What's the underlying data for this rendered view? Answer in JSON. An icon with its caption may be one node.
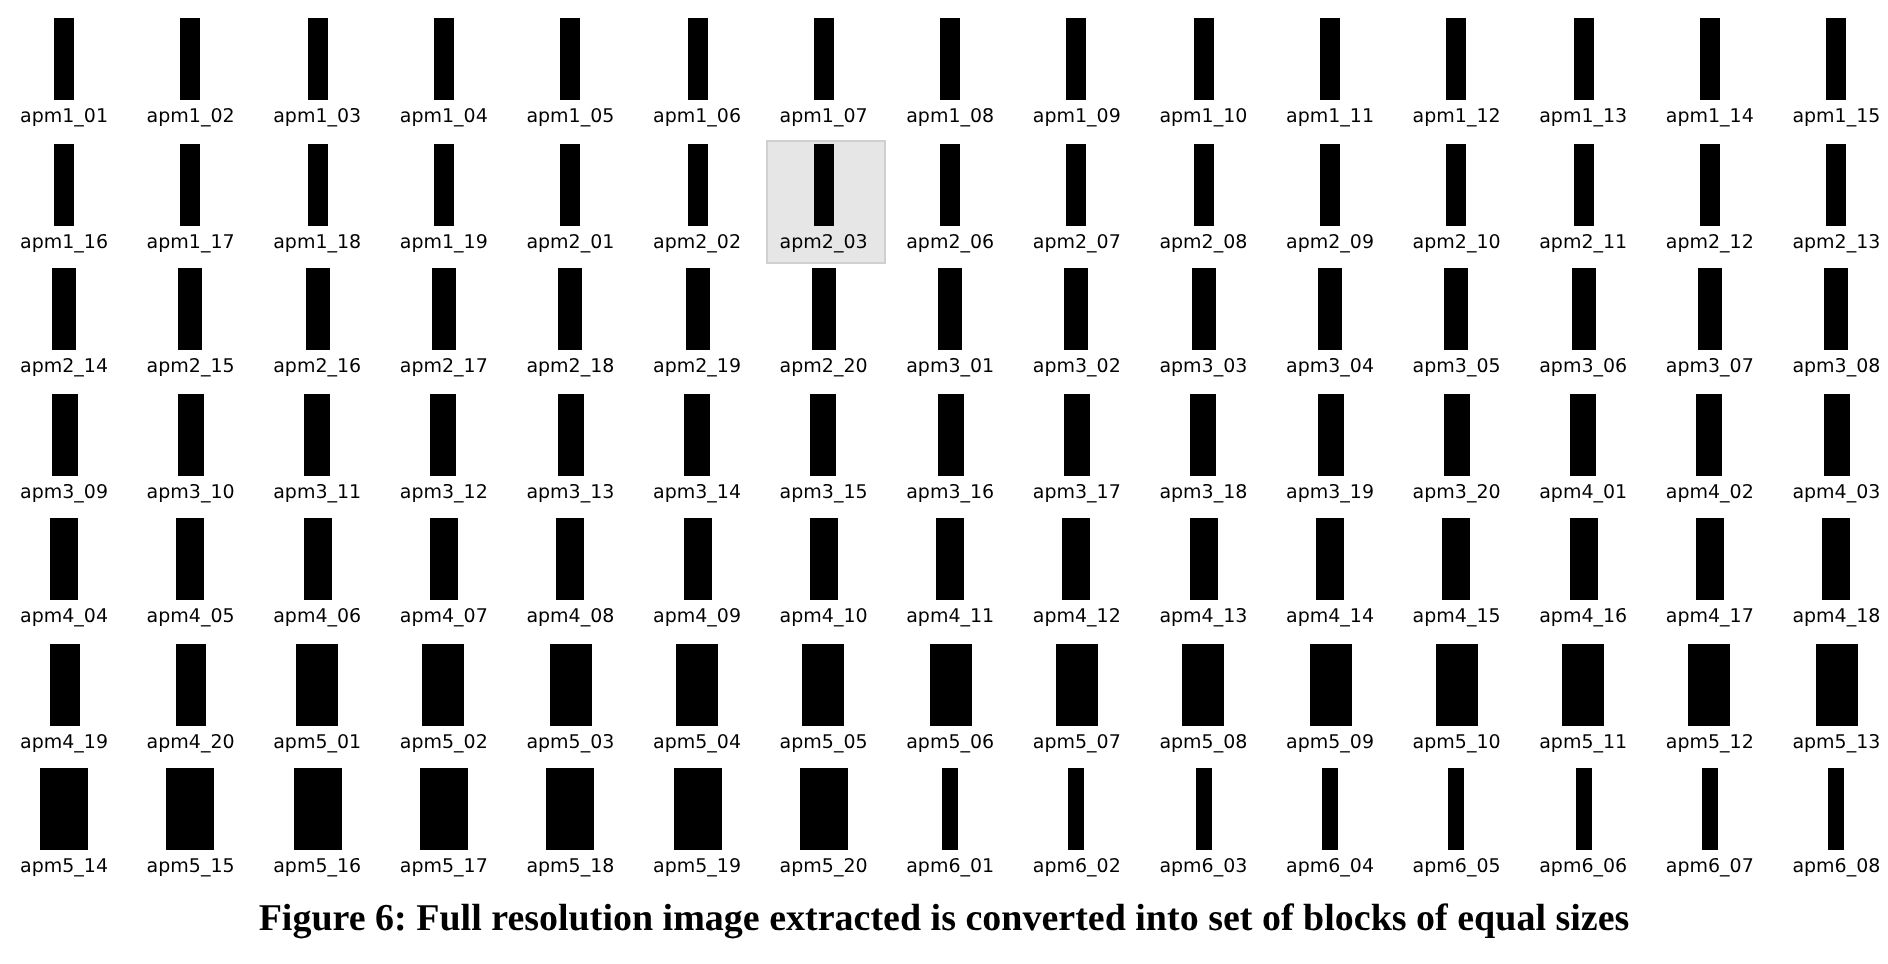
{
  "diagram": {
    "caption": "Figure 6: Full resolution image extracted is converted into set of blocks of equal sizes",
    "labels": [
      "apm1_01",
      "apm1_02",
      "apm1_03",
      "apm1_04",
      "apm1_05",
      "apm1_06",
      "apm1_07",
      "apm1_08",
      "apm1_09",
      "apm1_10",
      "apm1_11",
      "apm1_12",
      "apm1_13",
      "apm1_14",
      "apm1_15",
      "apm1_16",
      "apm1_17",
      "apm1_18",
      "apm1_19",
      "apm2_01",
      "apm2_02",
      "apm2_03",
      "apm2_06",
      "apm2_07",
      "apm2_08",
      "apm2_09",
      "apm2_10",
      "apm2_11",
      "apm2_12",
      "apm2_13",
      "apm2_14",
      "apm2_15",
      "apm2_16",
      "apm2_17",
      "apm2_18",
      "apm2_19",
      "apm2_20",
      "apm3_01",
      "apm3_02",
      "apm3_03",
      "apm3_04",
      "apm3_05",
      "apm3_06",
      "apm3_07",
      "apm3_08",
      "apm3_09",
      "apm3_10",
      "apm3_11",
      "apm3_12",
      "apm3_13",
      "apm3_14",
      "apm3_15",
      "apm3_16",
      "apm3_17",
      "apm3_18",
      "apm3_19",
      "apm3_20",
      "apm4_01",
      "apm4_02",
      "apm4_03",
      "apm4_04",
      "apm4_05",
      "apm4_06",
      "apm4_07",
      "apm4_08",
      "apm4_09",
      "apm4_10",
      "apm4_11",
      "apm4_12",
      "apm4_13",
      "apm4_14",
      "apm4_15",
      "apm4_16",
      "apm4_17",
      "apm4_18",
      "apm4_19",
      "apm4_20",
      "apm5_01",
      "apm5_02",
      "apm5_03",
      "apm5_04",
      "apm5_05",
      "apm5_06",
      "apm5_07",
      "apm5_08",
      "apm5_09",
      "apm5_10",
      "apm5_11",
      "apm5_12",
      "apm5_13",
      "apm5_14",
      "apm5_15",
      "apm5_16",
      "apm5_17",
      "apm5_18",
      "apm5_19",
      "apm5_20",
      "apm6_01",
      "apm6_02",
      "apm6_03",
      "apm6_04",
      "apm6_05",
      "apm6_06",
      "apm6_07",
      "apm6_08"
    ]
  }
}
